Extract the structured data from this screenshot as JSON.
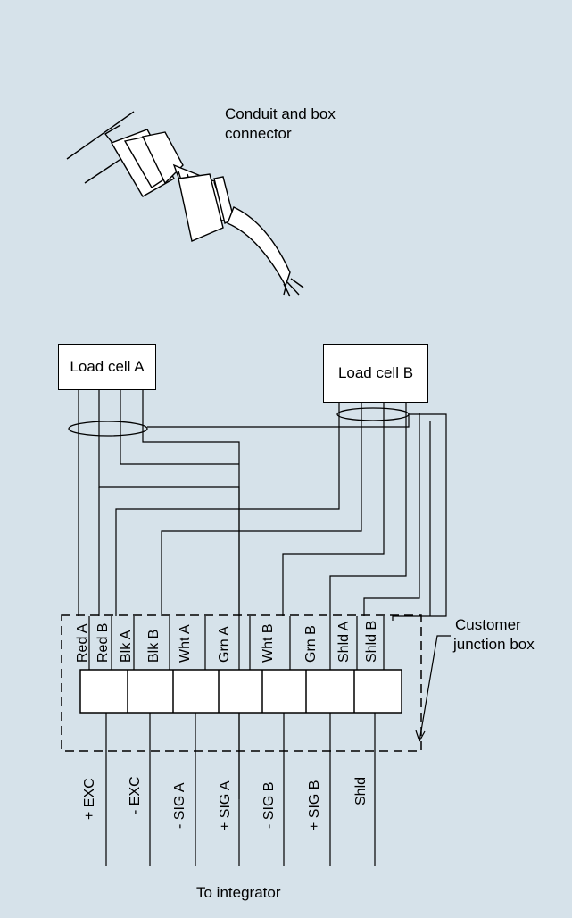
{
  "title_labels": {
    "connector": [
      "Conduit and box",
      "connector"
    ],
    "customer_box": [
      "Customer",
      "junction box"
    ],
    "to_integrator": "To integrator"
  },
  "load_cells": {
    "a": "Load cell A",
    "b": "Load cell B"
  },
  "wire_labels": [
    "Red A",
    "Red B",
    "Blk A",
    "Blk B",
    "Wht A",
    "Grn A",
    "Wht B",
    "Grn B",
    "Shld A",
    "Shld B"
  ],
  "terminal_labels": [
    "+ EXC",
    "- EXC",
    "- SIG A",
    "+ SIG A",
    "- SIG B",
    "+ SIG B",
    "Shld"
  ]
}
